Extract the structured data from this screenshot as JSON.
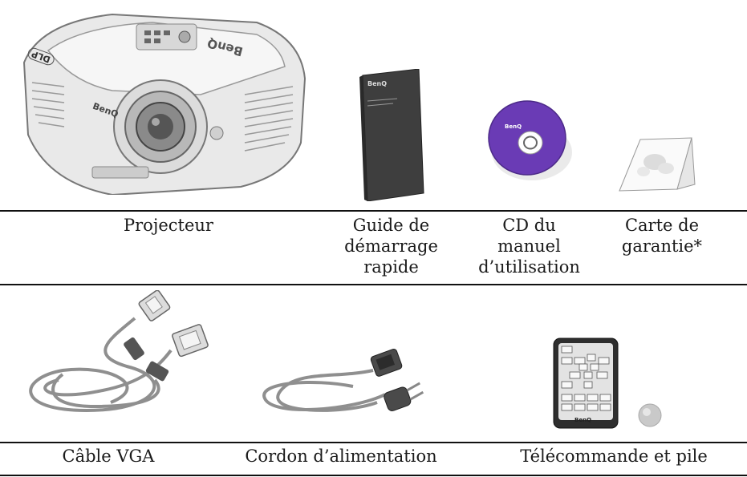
{
  "row1": {
    "projector": {
      "label": "Projecteur",
      "brand_top": "BenQ",
      "brand_front": "BenQ",
      "logo": "DLP"
    },
    "quick_guide": {
      "lines": [
        "Guide de",
        "démarrage",
        "rapide"
      ],
      "brand": "BenQ"
    },
    "cd": {
      "lines": [
        "CD du",
        "manuel",
        "d’utilisation"
      ],
      "brand": "BenQ"
    },
    "warranty": {
      "lines": [
        "Carte de",
        "garantie*"
      ]
    }
  },
  "row2": {
    "vga": {
      "label": "Câble VGA"
    },
    "power": {
      "label": "Cordon d’alimentation"
    },
    "remote": {
      "label": "Télécommande et pile",
      "brand": "BenQ"
    }
  },
  "colors": {
    "rule": "#111111",
    "cd_purple": "#6a3bb5",
    "guide_dark": "#4a4a4a",
    "cable_gray": "#9a9a9a"
  }
}
